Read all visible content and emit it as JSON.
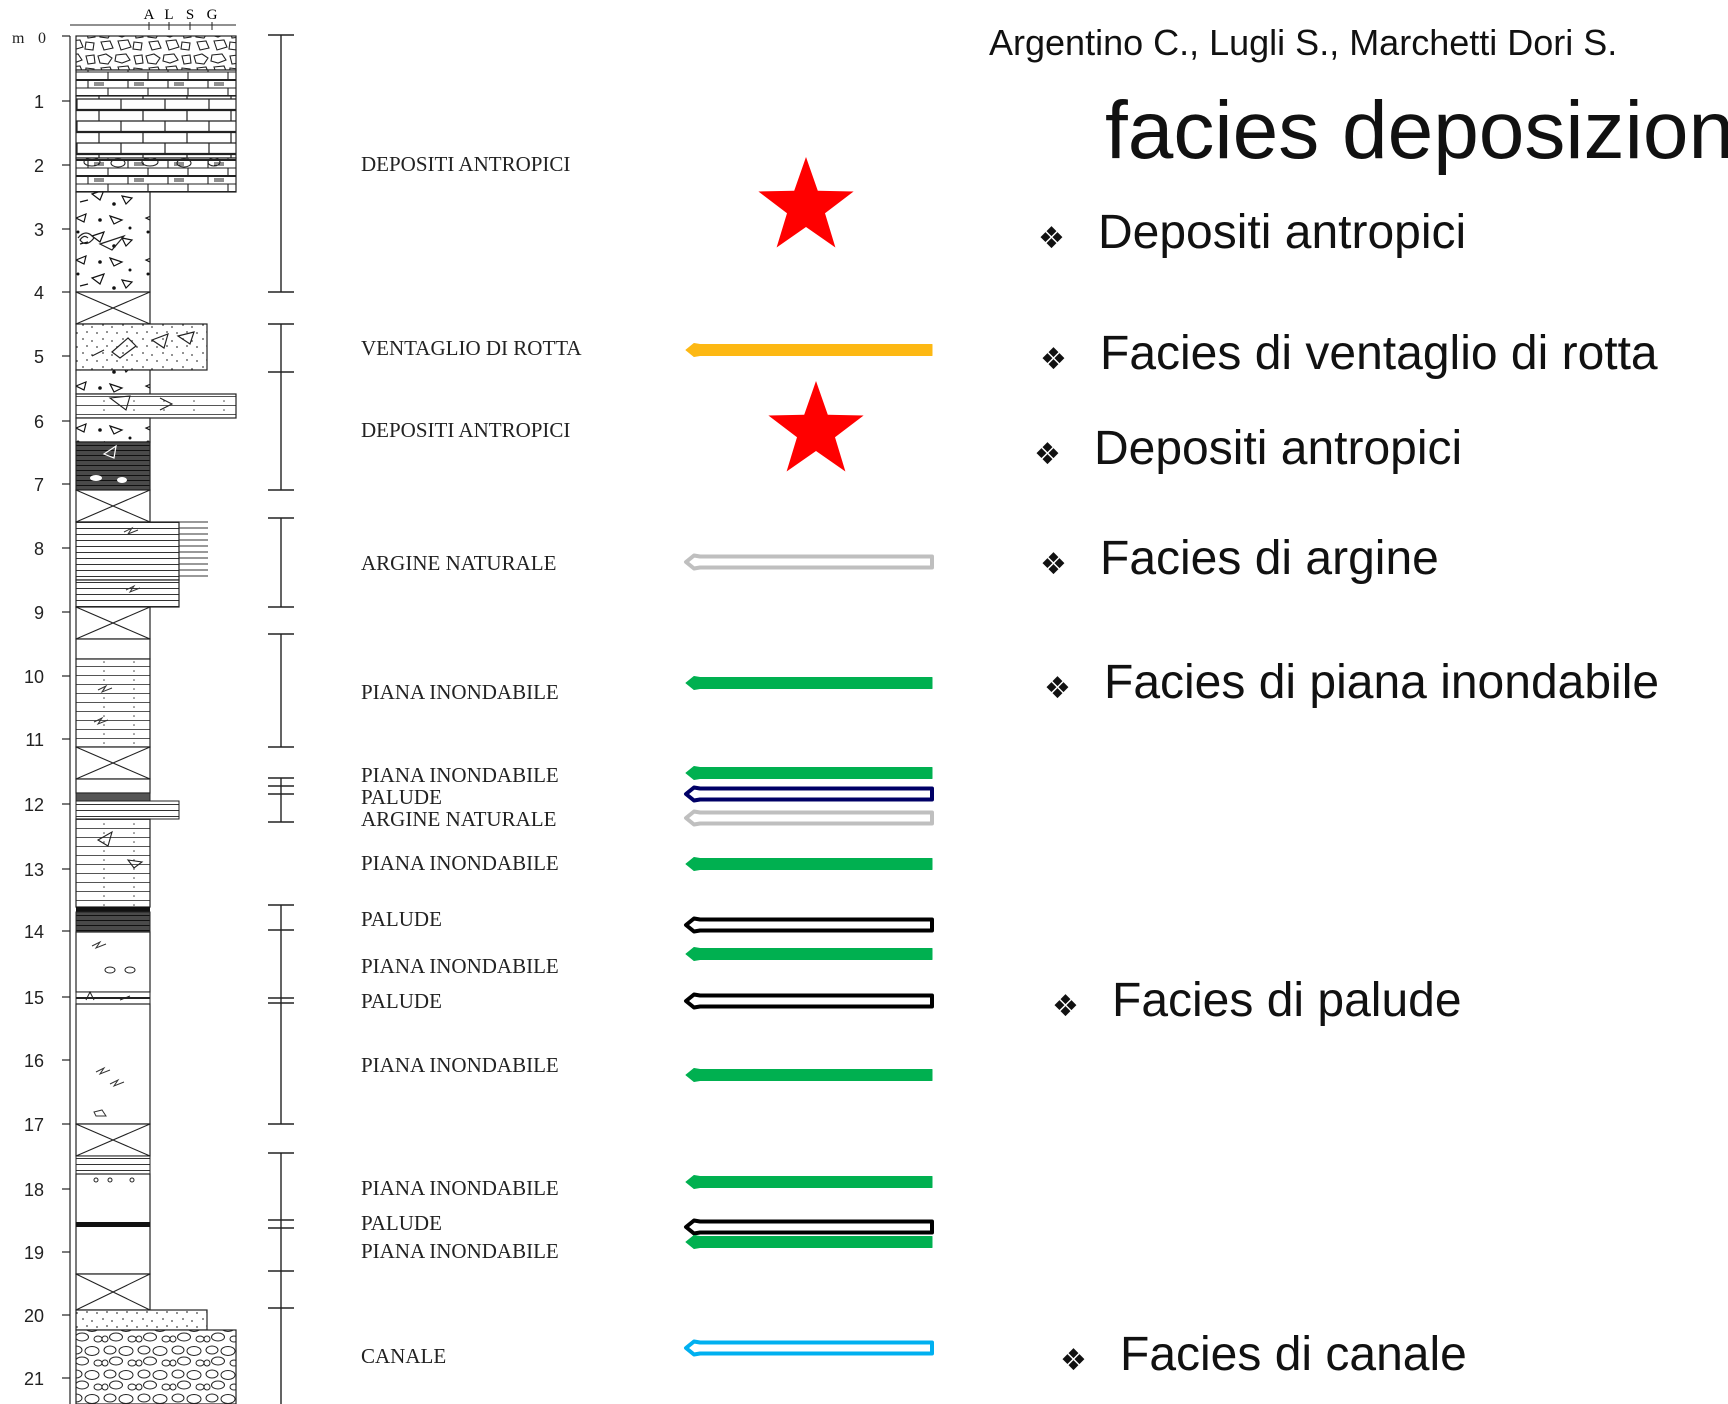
{
  "column": {
    "grain_header": [
      "A",
      "L",
      "S",
      "G"
    ],
    "depth_unit": "m",
    "depth_labels": [
      "0",
      "1",
      "2",
      "3",
      "4",
      "5",
      "6",
      "7",
      "8",
      "9",
      "10",
      "11",
      "12",
      "13",
      "14",
      "15",
      "16",
      "17",
      "18",
      "19",
      "20",
      "21"
    ]
  },
  "interpretation_labels": [
    "DEPOSITI ANTROPICI",
    "VENTAGLIO DI ROTTA",
    "DEPOSITI ANTROPICI",
    "ARGINE NATURALE",
    "PIANA INONDABILE",
    "PIANA INONDABILE",
    "PALUDE",
    "ARGINE NATURALE",
    "PIANA INONDABILE",
    "PALUDE",
    "PIANA INONDABILE",
    "PALUDE",
    "PIANA INONDABILE",
    "PIANA INONDABILE",
    "PALUDE",
    "PIANA INONDABILE",
    "CANALE"
  ],
  "markers": [
    {
      "kind": "star",
      "color": "#ff0000"
    },
    {
      "kind": "arrow",
      "color": "#fdb813",
      "style": "solid"
    },
    {
      "kind": "star",
      "color": "#ff0000"
    },
    {
      "kind": "arrow",
      "color": "#bfbfbf",
      "style": "outline"
    },
    {
      "kind": "arrow",
      "color": "#00b050",
      "style": "solid"
    },
    {
      "kind": "arrow",
      "color": "#00b050",
      "style": "solid"
    },
    {
      "kind": "arrow",
      "color": "#000066",
      "style": "outline"
    },
    {
      "kind": "arrow",
      "color": "#bfbfbf",
      "style": "outline"
    },
    {
      "kind": "arrow",
      "color": "#00b050",
      "style": "solid"
    },
    {
      "kind": "arrow",
      "color": "#000000",
      "style": "outline"
    },
    {
      "kind": "arrow",
      "color": "#00b050",
      "style": "solid"
    },
    {
      "kind": "arrow",
      "color": "#000000",
      "style": "outline"
    },
    {
      "kind": "arrow",
      "color": "#00b050",
      "style": "solid"
    },
    {
      "kind": "arrow",
      "color": "#00b050",
      "style": "solid"
    },
    {
      "kind": "arrow",
      "color": "#000000",
      "style": "outline"
    },
    {
      "kind": "arrow",
      "color": "#00b050",
      "style": "solid"
    },
    {
      "kind": "arrow",
      "color": "#00b0f0",
      "style": "outline"
    }
  ],
  "header": {
    "authors": "Argentino C., Lugli S., Marchetti Dori S.",
    "title": "facies deposizion"
  },
  "bullet_symbol": "❖",
  "legend_items": [
    "Depositi antropici",
    "Facies di ventaglio di rotta",
    "Depositi antropici",
    "Facies di argine",
    "Facies di piana inondabile",
    "Facies di palude",
    "Facies di canale"
  ]
}
